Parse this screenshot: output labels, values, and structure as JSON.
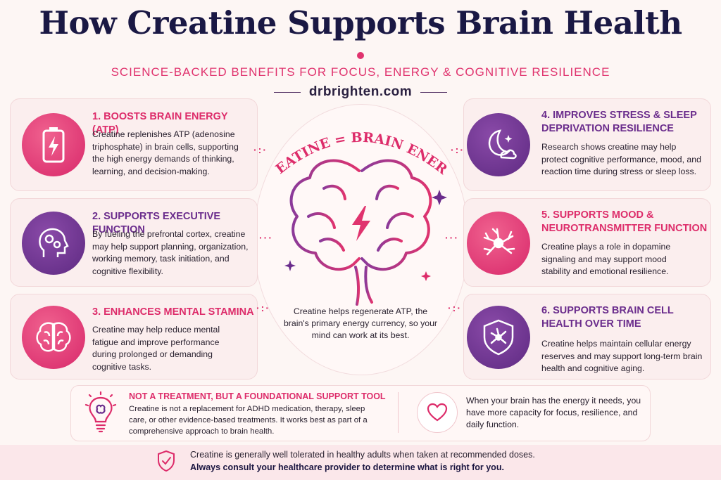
{
  "header": {
    "title": "How Creatine Supports Brain Health",
    "subtitle": "SCIENCE-BACKED BENEFITS FOR FOCUS, ENERGY & COGNITIVE RESILIENCE",
    "site": "drbrighten.com"
  },
  "center": {
    "arc_text": "CREATINE = BRAIN ENERGY",
    "text": "Creatine helps regenerate ATP, the brain's primary energy currency, so your mind can work at its best."
  },
  "benefits": [
    {
      "title": "1. BOOSTS BRAIN ENERGY (ATP)",
      "body": "Creatine replenishes ATP (adenosine triphosphate) in brain cells, supporting the high energy demands of thinking, learning, and decision-making.",
      "icon": "battery-icon"
    },
    {
      "title": "2. SUPPORTS EXECUTIVE FUNCTION",
      "body": "By fueling the prefrontal cortex, creatine may help support planning, organization, working memory, task initiation, and cognitive flexibility.",
      "icon": "head-gears-icon"
    },
    {
      "title": "3. ENHANCES MENTAL STAMINA",
      "body": "Creatine may help reduce mental fatigue and improve performance during prolonged or demanding cognitive tasks.",
      "icon": "brain-icon"
    },
    {
      "title": "4. IMPROVES STRESS & SLEEP DEPRIVATION RESILIENCE",
      "body": "Research shows creatine may help protect cognitive performance, mood, and reaction time during stress or sleep loss.",
      "icon": "moon-cloud-icon"
    },
    {
      "title": "5. SUPPORTS MOOD & NEUROTRANSMITTER FUNCTION",
      "body": "Creatine plays a role in dopamine signaling and may support mood stability and emotional resilience.",
      "icon": "neuron-icon"
    },
    {
      "title": "6. SUPPORTS BRAIN CELL HEALTH OVER TIME",
      "body": "Creatine helps maintain cellular energy reserves and may support long-term brain health and cognitive aging.",
      "icon": "shield-neuron-icon"
    }
  ],
  "note": {
    "title": "NOT A TREATMENT, BUT A FOUNDATIONAL SUPPORT TOOL",
    "body": "Creatine is not a replacement for ADHD medication, therapy, sleep care, or other evidence-based treatments. It works best as part of a comprehensive approach to brain health.",
    "heart_text": "When your brain has the energy it needs, you have more capacity for focus, resilience, and daily function."
  },
  "footer": {
    "line1": "Creatine is generally well tolerated in healthy adults when taken at recommended doses.",
    "line2": "Always consult your healthcare provider to determine what is right for you."
  },
  "colors": {
    "accent_pink": "#dd2c6a",
    "accent_purple": "#6a2c8c",
    "title_navy": "#1a1844",
    "background": "#fdf6f4"
  }
}
